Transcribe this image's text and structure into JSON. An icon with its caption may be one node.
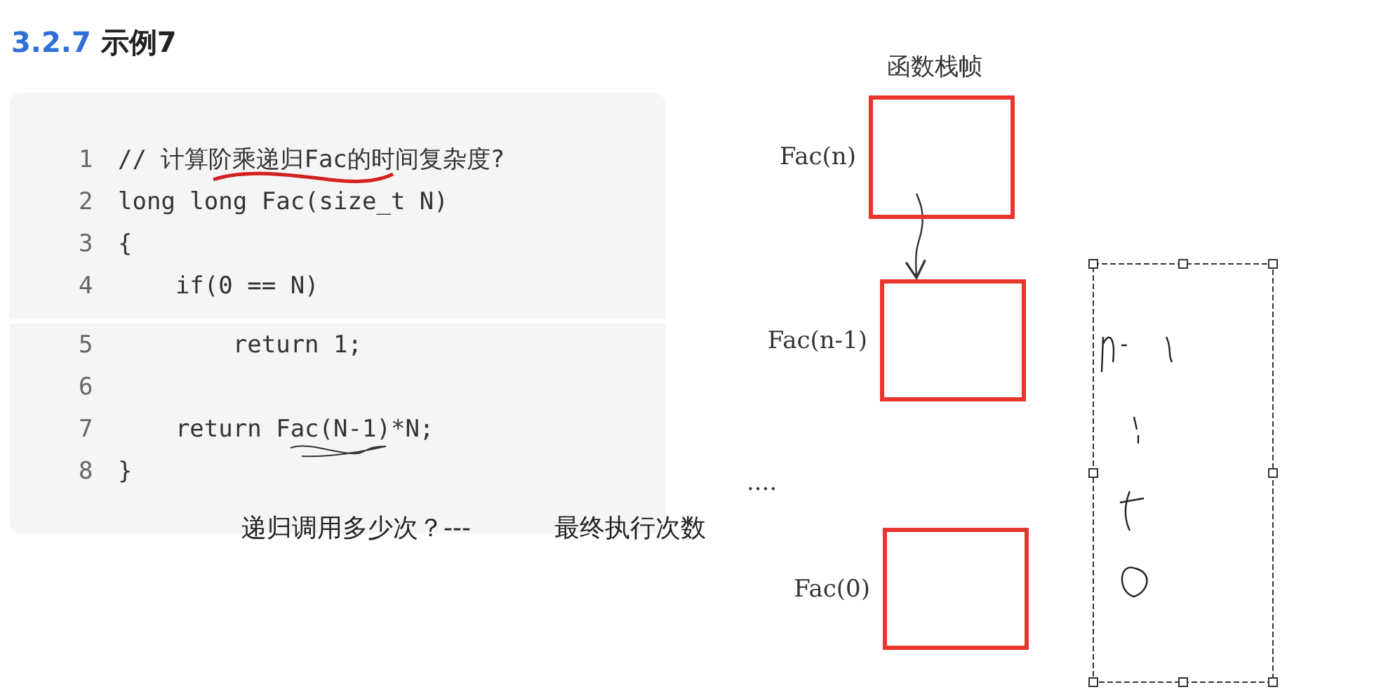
{
  "diagram": {
    "title": "3.2.7 示例7",
    "nodes": [
      {
        "text": [],
        "shape": "box",
        "beside": [
          "Fac(n)"
        ]
      },
      {
        "text": [],
        "shape": "box",
        "beside": [
          "Fac(n-1)"
        ]
      },
      {
        "text": [],
        "shape": "box",
        "beside": [
          "Fac(0)"
        ]
      }
    ],
    "edges": [
      {
        "from": 0,
        "to": 1,
        "arrow": "to"
      }
    ],
    "labels": [
      "函数栈帧",
      "1",
      "// 计算阶乘递归Fac的时间复杂度?",
      "2",
      "long long Fac(size_t N)",
      "3",
      "{",
      "4",
      "    if(0 == N)",
      "5",
      "        return 1;",
      "6",
      "7",
      "    return Fac(N-1)*N;",
      "8",
      "}",
      "....",
      "递归调用多少次？---",
      "最终执行次数"
    ]
  }
}
